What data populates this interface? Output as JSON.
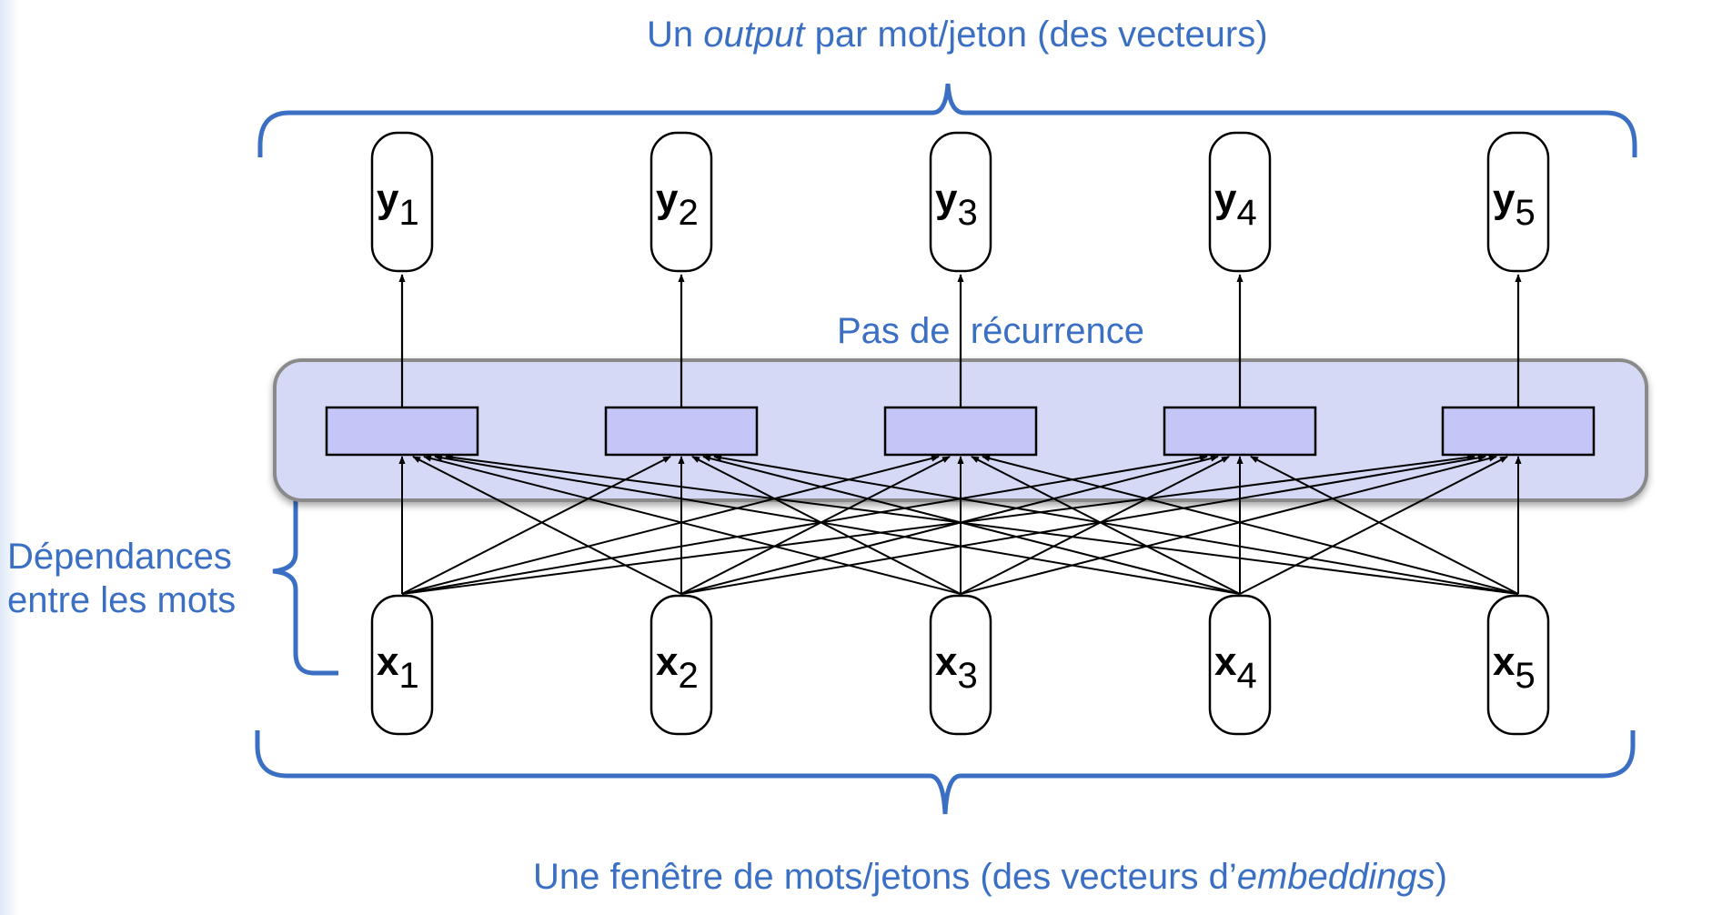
{
  "captions": {
    "top_prefix": "Un ",
    "top_italic": "output",
    "top_suffix": " par mot/jeton (des vecteurs)",
    "bottom_prefix": "Une fenêtre de mots/jetons (des vecteurs d’",
    "bottom_italic": "embeddings",
    "bottom_suffix": ")",
    "recurrence": "Pas de  récurrence",
    "dependencies_line1": "Dépendances",
    "dependencies_line2": "entre les mots"
  },
  "outputs": [
    {
      "var": "y",
      "index": "1"
    },
    {
      "var": "y",
      "index": "2"
    },
    {
      "var": "y",
      "index": "3"
    },
    {
      "var": "y",
      "index": "4"
    },
    {
      "var": "y",
      "index": "5"
    }
  ],
  "inputs": [
    {
      "var": "x",
      "index": "1"
    },
    {
      "var": "x",
      "index": "2"
    },
    {
      "var": "x",
      "index": "3"
    },
    {
      "var": "x",
      "index": "4"
    },
    {
      "var": "x",
      "index": "5"
    }
  ],
  "colors": {
    "accent": "#3a6fc3",
    "panel_fill": "#d6d9f6",
    "panel_stroke": "#8a8a8a",
    "hidden_fill": "#c4c6f7",
    "line": "#000000"
  }
}
